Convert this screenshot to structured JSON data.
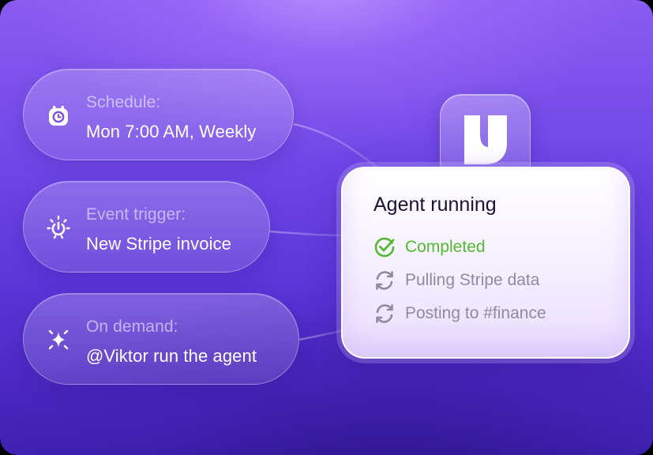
{
  "triggers": [
    {
      "caption": "Schedule:",
      "value": "Mon 7:00 AM, Weekly",
      "icon": "calendar-clock-icon"
    },
    {
      "caption": "Event trigger:",
      "value": "New Stripe invoice",
      "icon": "power-burst-icon"
    },
    {
      "caption": "On demand:",
      "value": "@Viktor run the agent",
      "icon": "sparkle-icon"
    }
  ],
  "logo": {
    "icon": "viktor-logo-icon"
  },
  "agent": {
    "title": "Agent running",
    "steps": [
      {
        "label": "Completed",
        "state": "done",
        "icon": "check-circle-icon"
      },
      {
        "label": "Pulling Stripe data",
        "state": "pending",
        "icon": "refresh-icon"
      },
      {
        "label": "Posting to #finance",
        "state": "pending",
        "icon": "refresh-icon"
      }
    ]
  },
  "colors": {
    "background_top": "#8a5cf0",
    "background_bottom": "#3f20b0",
    "done_green": "#53b833",
    "pending_grey": "#8f8aa0",
    "title_dark": "#1c1233"
  }
}
